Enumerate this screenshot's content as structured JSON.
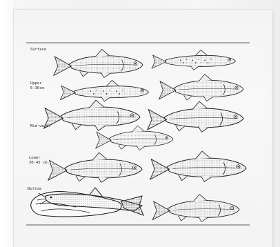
{
  "zones": {
    "surface": "Surface",
    "upper_name": "Upper",
    "upper_depth": "5-36cm",
    "mid": "Mid-water",
    "lower_name": "Lower",
    "lower_depth": "30-45 cm.",
    "bottom": "Bottom"
  },
  "fish": [
    {
      "name": "surface-fish-left"
    },
    {
      "name": "surface-fish-right"
    },
    {
      "name": "upper-fish-left"
    },
    {
      "name": "upper-fish-right"
    },
    {
      "name": "mid-fish-left"
    },
    {
      "name": "mid-fish-right"
    },
    {
      "name": "mid-fish-center"
    },
    {
      "name": "lower-fish-left"
    },
    {
      "name": "lower-fish-right"
    },
    {
      "name": "bottom-fish-catfish"
    },
    {
      "name": "bottom-fish-right"
    }
  ],
  "colors": {
    "ink": "#1f1f1f",
    "paper": "#f5f5f5",
    "stipple": "#555555"
  }
}
